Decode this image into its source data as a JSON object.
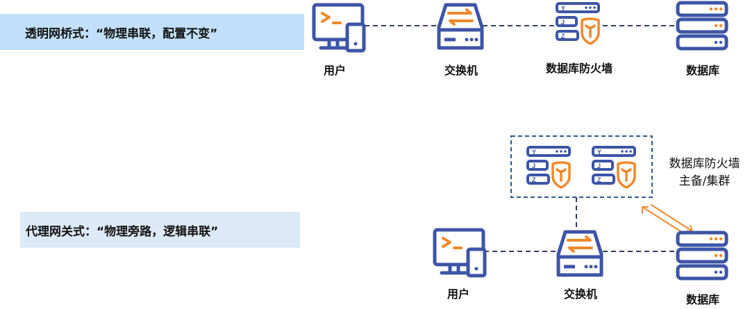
{
  "colors": {
    "icon_blue": "#3d55a6",
    "icon_orange": "#f0892a",
    "connector": "#2c3e63",
    "banner_top_bg": "#c1dff8",
    "banner_bottom_bg": "#dce9f6"
  },
  "transparent_bridge": {
    "title": "透明网桥式：“物理串联，配置不变”",
    "nodes": [
      {
        "label": "用户",
        "icon": "terminal-computer-icon"
      },
      {
        "label": "交换机",
        "icon": "network-switch-icon"
      },
      {
        "label": "数据库防火墙",
        "icon": "database-firewall-icon"
      },
      {
        "label": "数据库",
        "icon": "database-server-icon"
      }
    ]
  },
  "proxy_gateway": {
    "title": "代理网关式：“物理旁路，逻辑串联”",
    "cluster_label_line1": "数据库防火墙",
    "cluster_label_line2": "主备/集群",
    "firewall_field_letters": [
      "Y",
      "J",
      "Z"
    ],
    "nodes": [
      {
        "label": "用户",
        "icon": "terminal-computer-icon"
      },
      {
        "label": "交换机",
        "icon": "network-switch-icon"
      },
      {
        "label": "数据库",
        "icon": "database-server-icon"
      }
    ]
  }
}
